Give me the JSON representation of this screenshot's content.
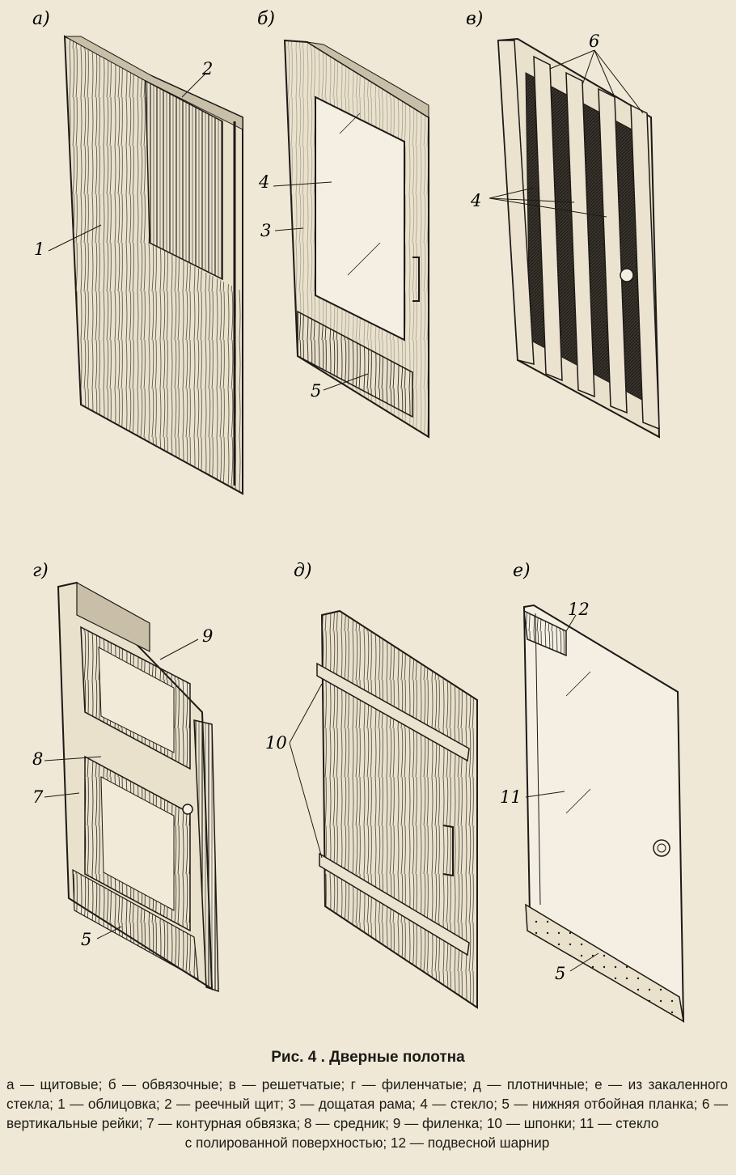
{
  "figure": {
    "panels": [
      {
        "id": "a",
        "label": "а)",
        "numbers": [
          "1",
          "2"
        ]
      },
      {
        "id": "b",
        "label": "б)",
        "numbers": [
          "3",
          "4",
          "5"
        ]
      },
      {
        "id": "v",
        "label": "в)",
        "numbers": [
          "4",
          "6"
        ]
      },
      {
        "id": "g",
        "label": "г)",
        "numbers": [
          "5",
          "7",
          "8",
          "9"
        ]
      },
      {
        "id": "d",
        "label": "д)",
        "numbers": [
          "10"
        ]
      },
      {
        "id": "e",
        "label": "е)",
        "numbers": [
          "5",
          "11",
          "12"
        ]
      }
    ]
  },
  "caption": {
    "title": "Рис. 4 . Дверные полотна",
    "lines": [
      "а — щитовые; б — обвязочные; в — решетчатые; г — филенчатые; д — плотничные; е — из закаленного стекла; 1 — облицовка; 2 — реечный щит; 3 — дощатая рама; 4 — стекло; 5 — нижняя отбойная планка; 6 — вертикальные рейки; 7 — контурная обвязка; 8 — средник; 9 — филенка; 10 — шпонки; 11 — стекло"
    ],
    "last_line": "с полированной поверхностью; 12 — подвесной шарнир"
  },
  "colors": {
    "paper": "#efe8d6",
    "ink": "#1c1a16"
  }
}
